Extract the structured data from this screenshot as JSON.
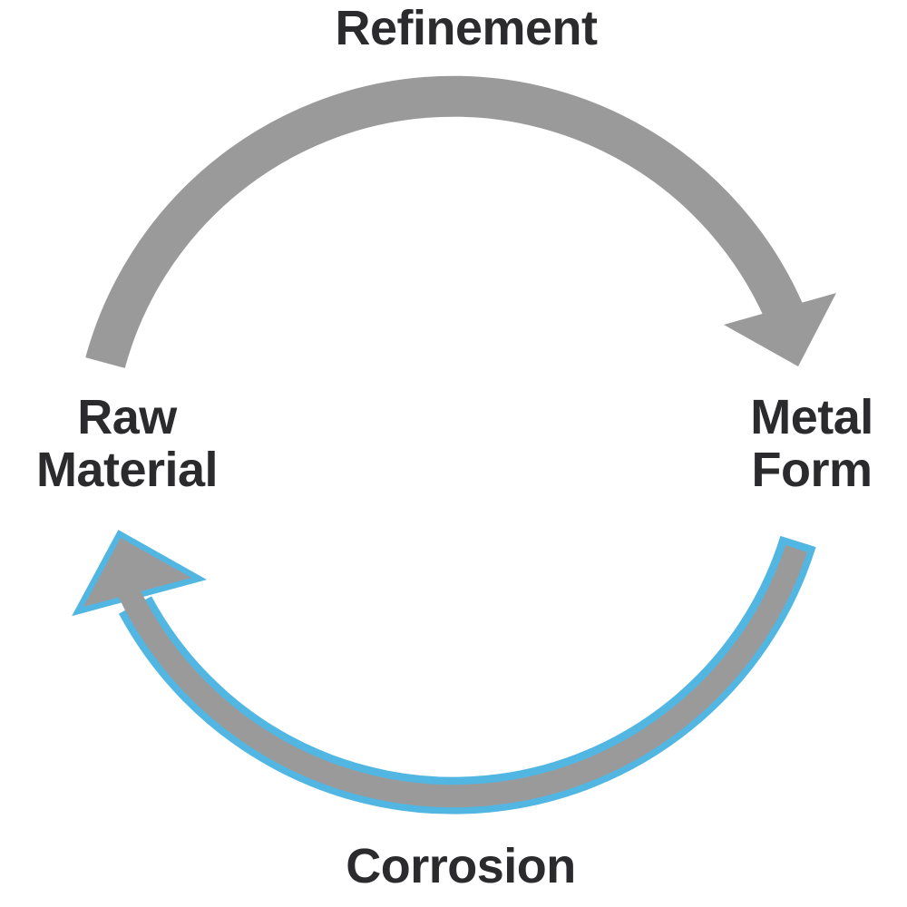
{
  "diagram": {
    "type": "cycle",
    "labels": {
      "top_process": "Refinement",
      "left_node": "Raw\nMaterial",
      "right_node": "Metal\nForm",
      "bottom_process": "Corrosion"
    },
    "arrows": [
      {
        "id": "refinement-arrow",
        "from": "Raw Material",
        "to": "Metal Form",
        "position": "top",
        "direction": "clockwise",
        "color": "#9A9A9A",
        "outline_color": ""
      },
      {
        "id": "corrosion-arrow",
        "from": "Metal Form",
        "to": "Raw Material",
        "position": "bottom",
        "direction": "clockwise",
        "color": "#9A9A9A",
        "outline_color": "#52B6E2"
      }
    ],
    "colors": {
      "arrow_gray": "#9A9A9A",
      "arrow_blue_outline": "#52B6E2",
      "text": "#2B2B2E",
      "background": "#FFFFFF"
    }
  }
}
